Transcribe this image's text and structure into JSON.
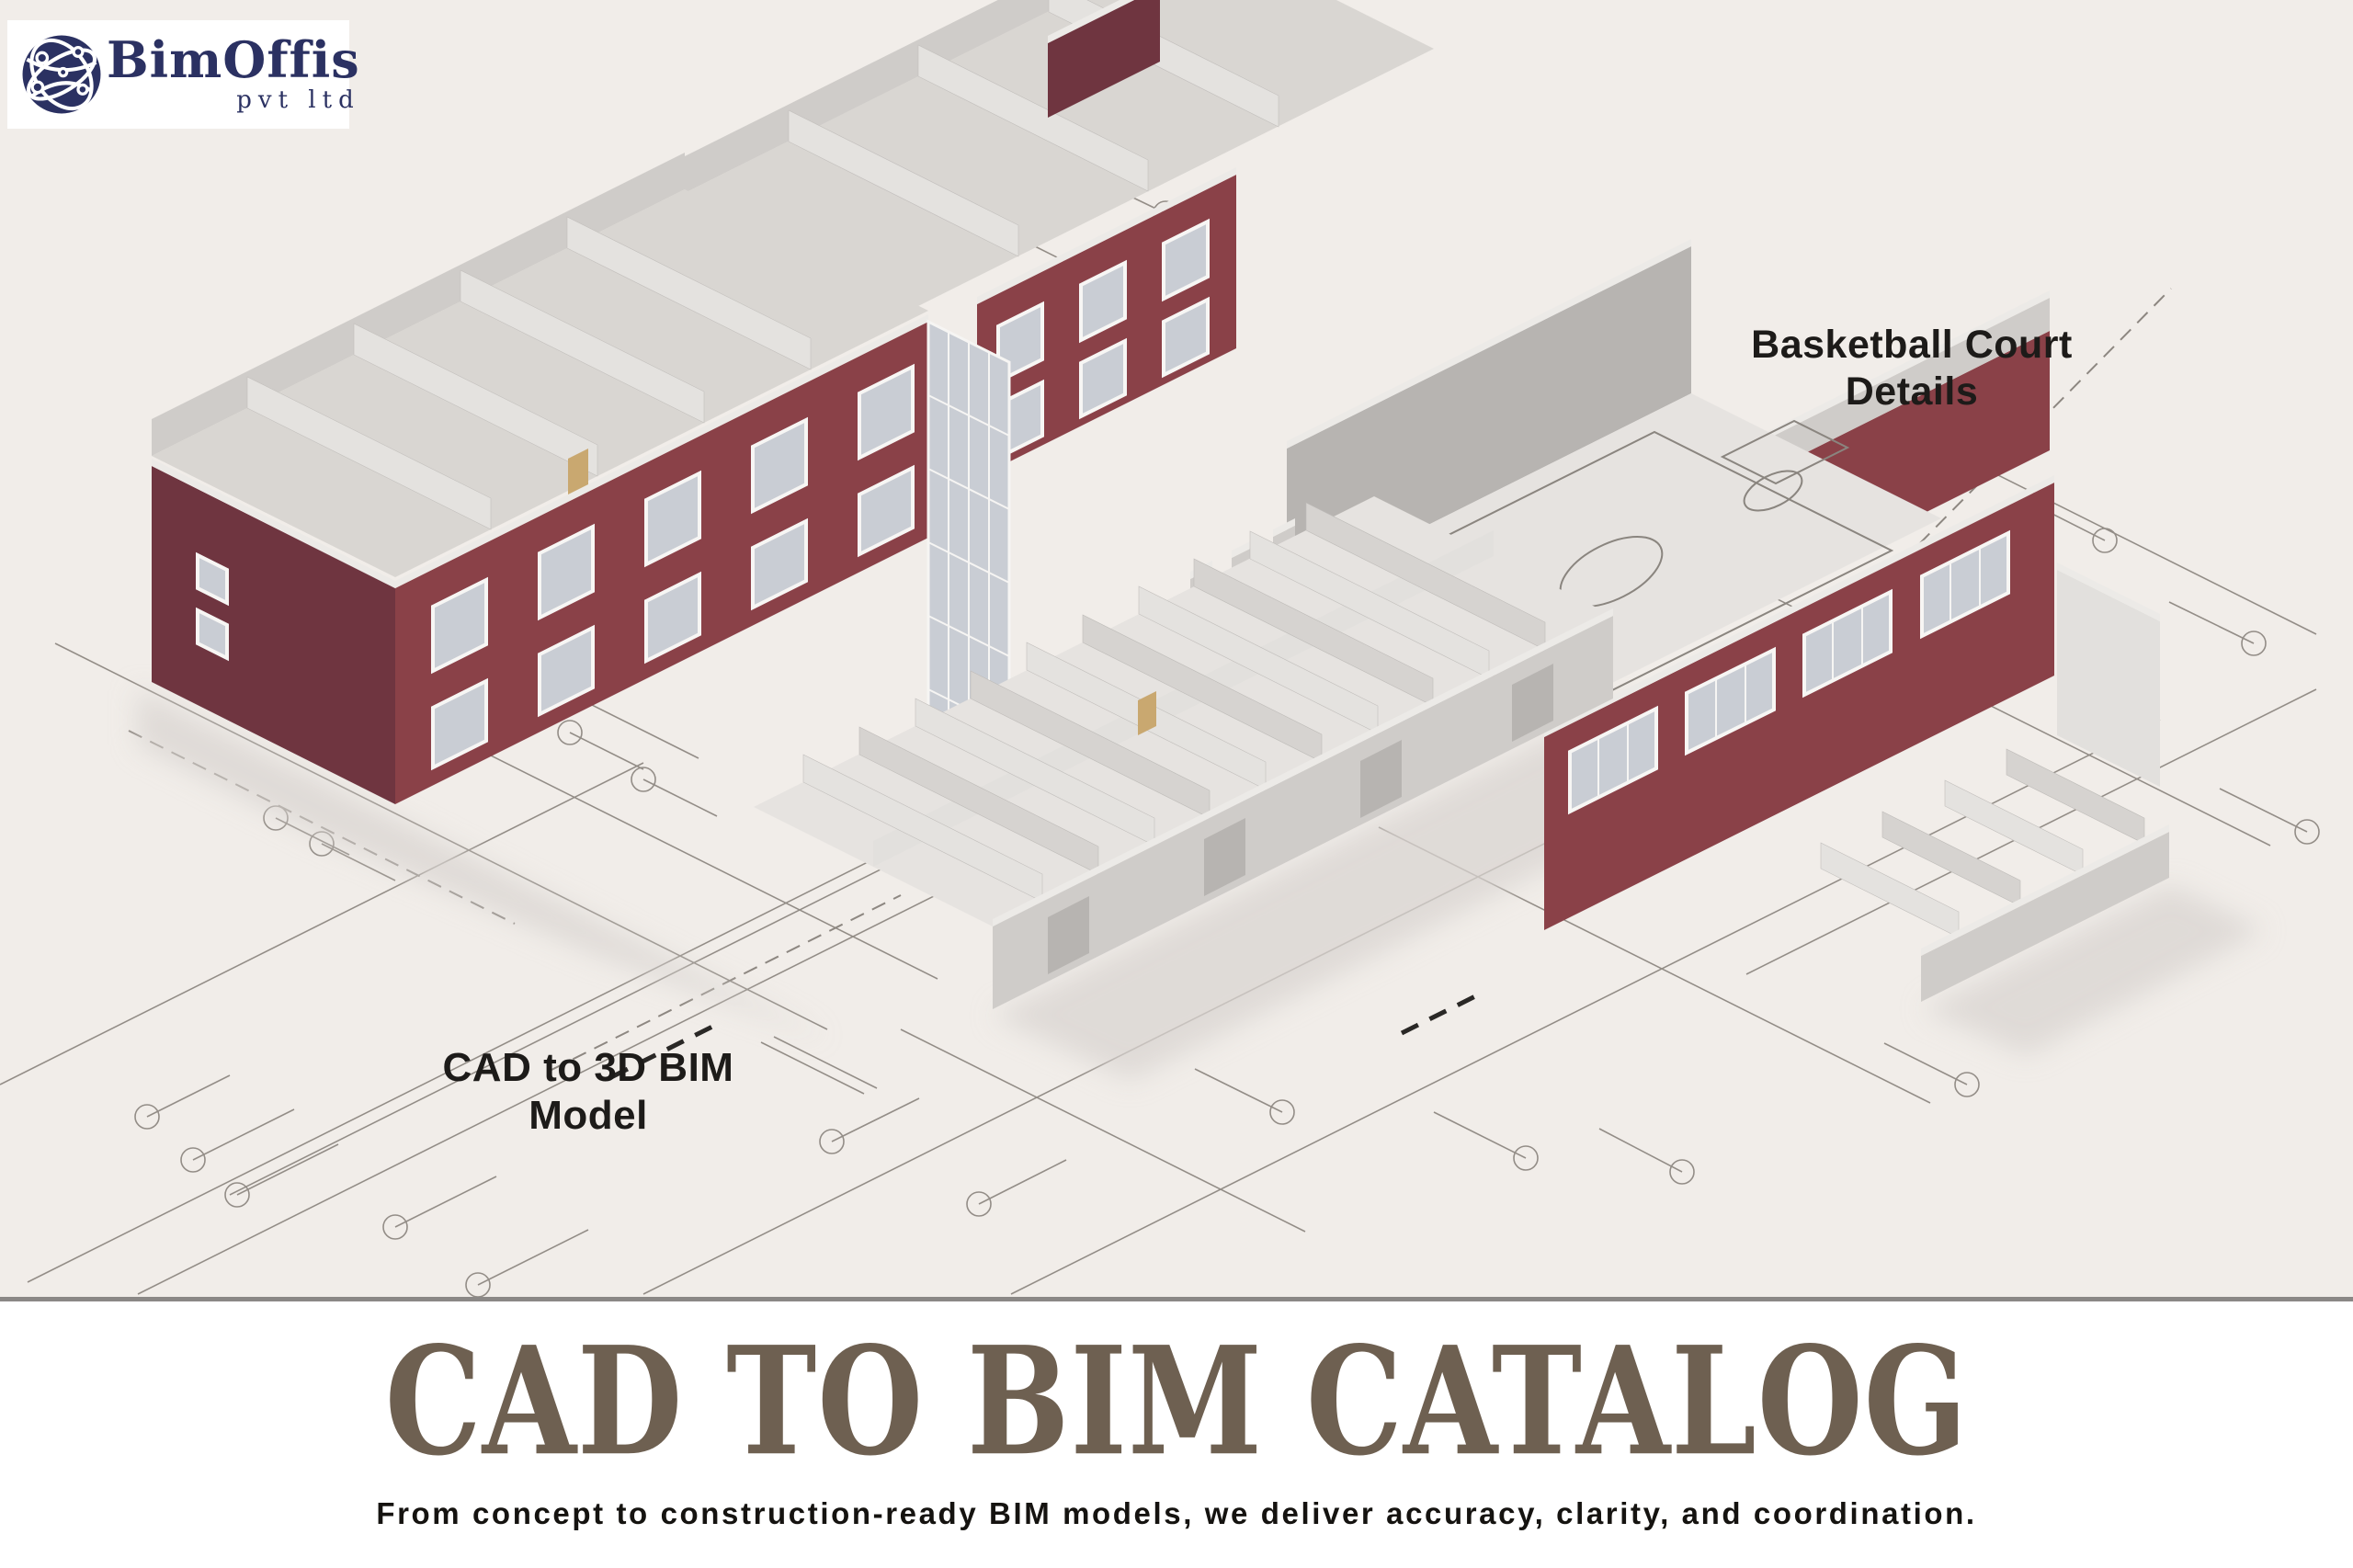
{
  "poster": {
    "logo": {
      "brand": "BimOffis",
      "suffix": "pvt ltd",
      "icon": "globe-network-icon"
    },
    "scene": {
      "label_basketball_line1": "Basketball Court",
      "label_basketball_line2": "Details",
      "label_cad_line1": "CAD to 3D BIM",
      "label_cad_line2": "Model"
    },
    "footer": {
      "title": "CAD TO BIM CATALOG",
      "tagline": "From concept to construction-ready BIM models, we deliver accuracy, clarity, and coordination."
    },
    "colors": {
      "background": "#F1EDE9",
      "brand_navy": "#2B3162",
      "maroon": "#8A4148",
      "maroon_dark": "#6F3540",
      "title_brown": "#6E6051",
      "text_black": "#151310",
      "cad_line_gray": "#938D87",
      "wall_light": "#E2E0DD",
      "wall_mid": "#CFCCC9",
      "floor": "#D9D6D2",
      "glass": "#C9CDD4"
    }
  }
}
